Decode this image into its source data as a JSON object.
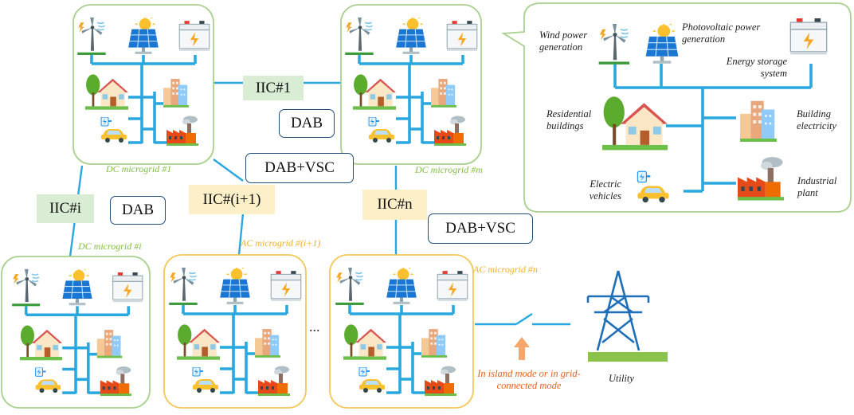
{
  "microgrids": [
    {
      "name": "DC microgrid #1",
      "kind": "DC"
    },
    {
      "name": "DC microgrid #m",
      "kind": "DC"
    },
    {
      "name": "DC microgrid #i",
      "kind": "DC"
    },
    {
      "name": "AC microgrid #(i+1)",
      "kind": "AC"
    },
    {
      "name": "AC microgrid #n",
      "kind": "AC"
    }
  ],
  "ellipsis": "...",
  "interconnections": [
    {
      "label": "IIC#1",
      "converter": "DAB"
    },
    {
      "label": "IIC#i",
      "converter": "DAB"
    },
    {
      "label": "IIC#(i+1)",
      "converter": "DAB+VSC"
    },
    {
      "label": "IIC#n",
      "converter": "DAB+VSC"
    }
  ],
  "detail": {
    "wind": "Wind power generation",
    "pv": "Photovoltaic power generation",
    "storage": "Energy storage system",
    "residential": "Residential buildings",
    "building": "Building electricity",
    "ev": "Electric vehicles",
    "industrial": "Industrial plant"
  },
  "utility": {
    "label": "Utility",
    "mode_note": "In island mode or in grid-connected mode"
  },
  "colors": {
    "dc_border": "#a9d18e",
    "ac_border": "#f2c85b",
    "bus": "#29a8e0",
    "dc_tag_fill": "#d9ecd4",
    "ac_tag_fill": "#fdf0c8",
    "bubble_border": "#1f4e79",
    "utility_tower": "#1e6fb8",
    "mode_text": "#e8601c"
  }
}
